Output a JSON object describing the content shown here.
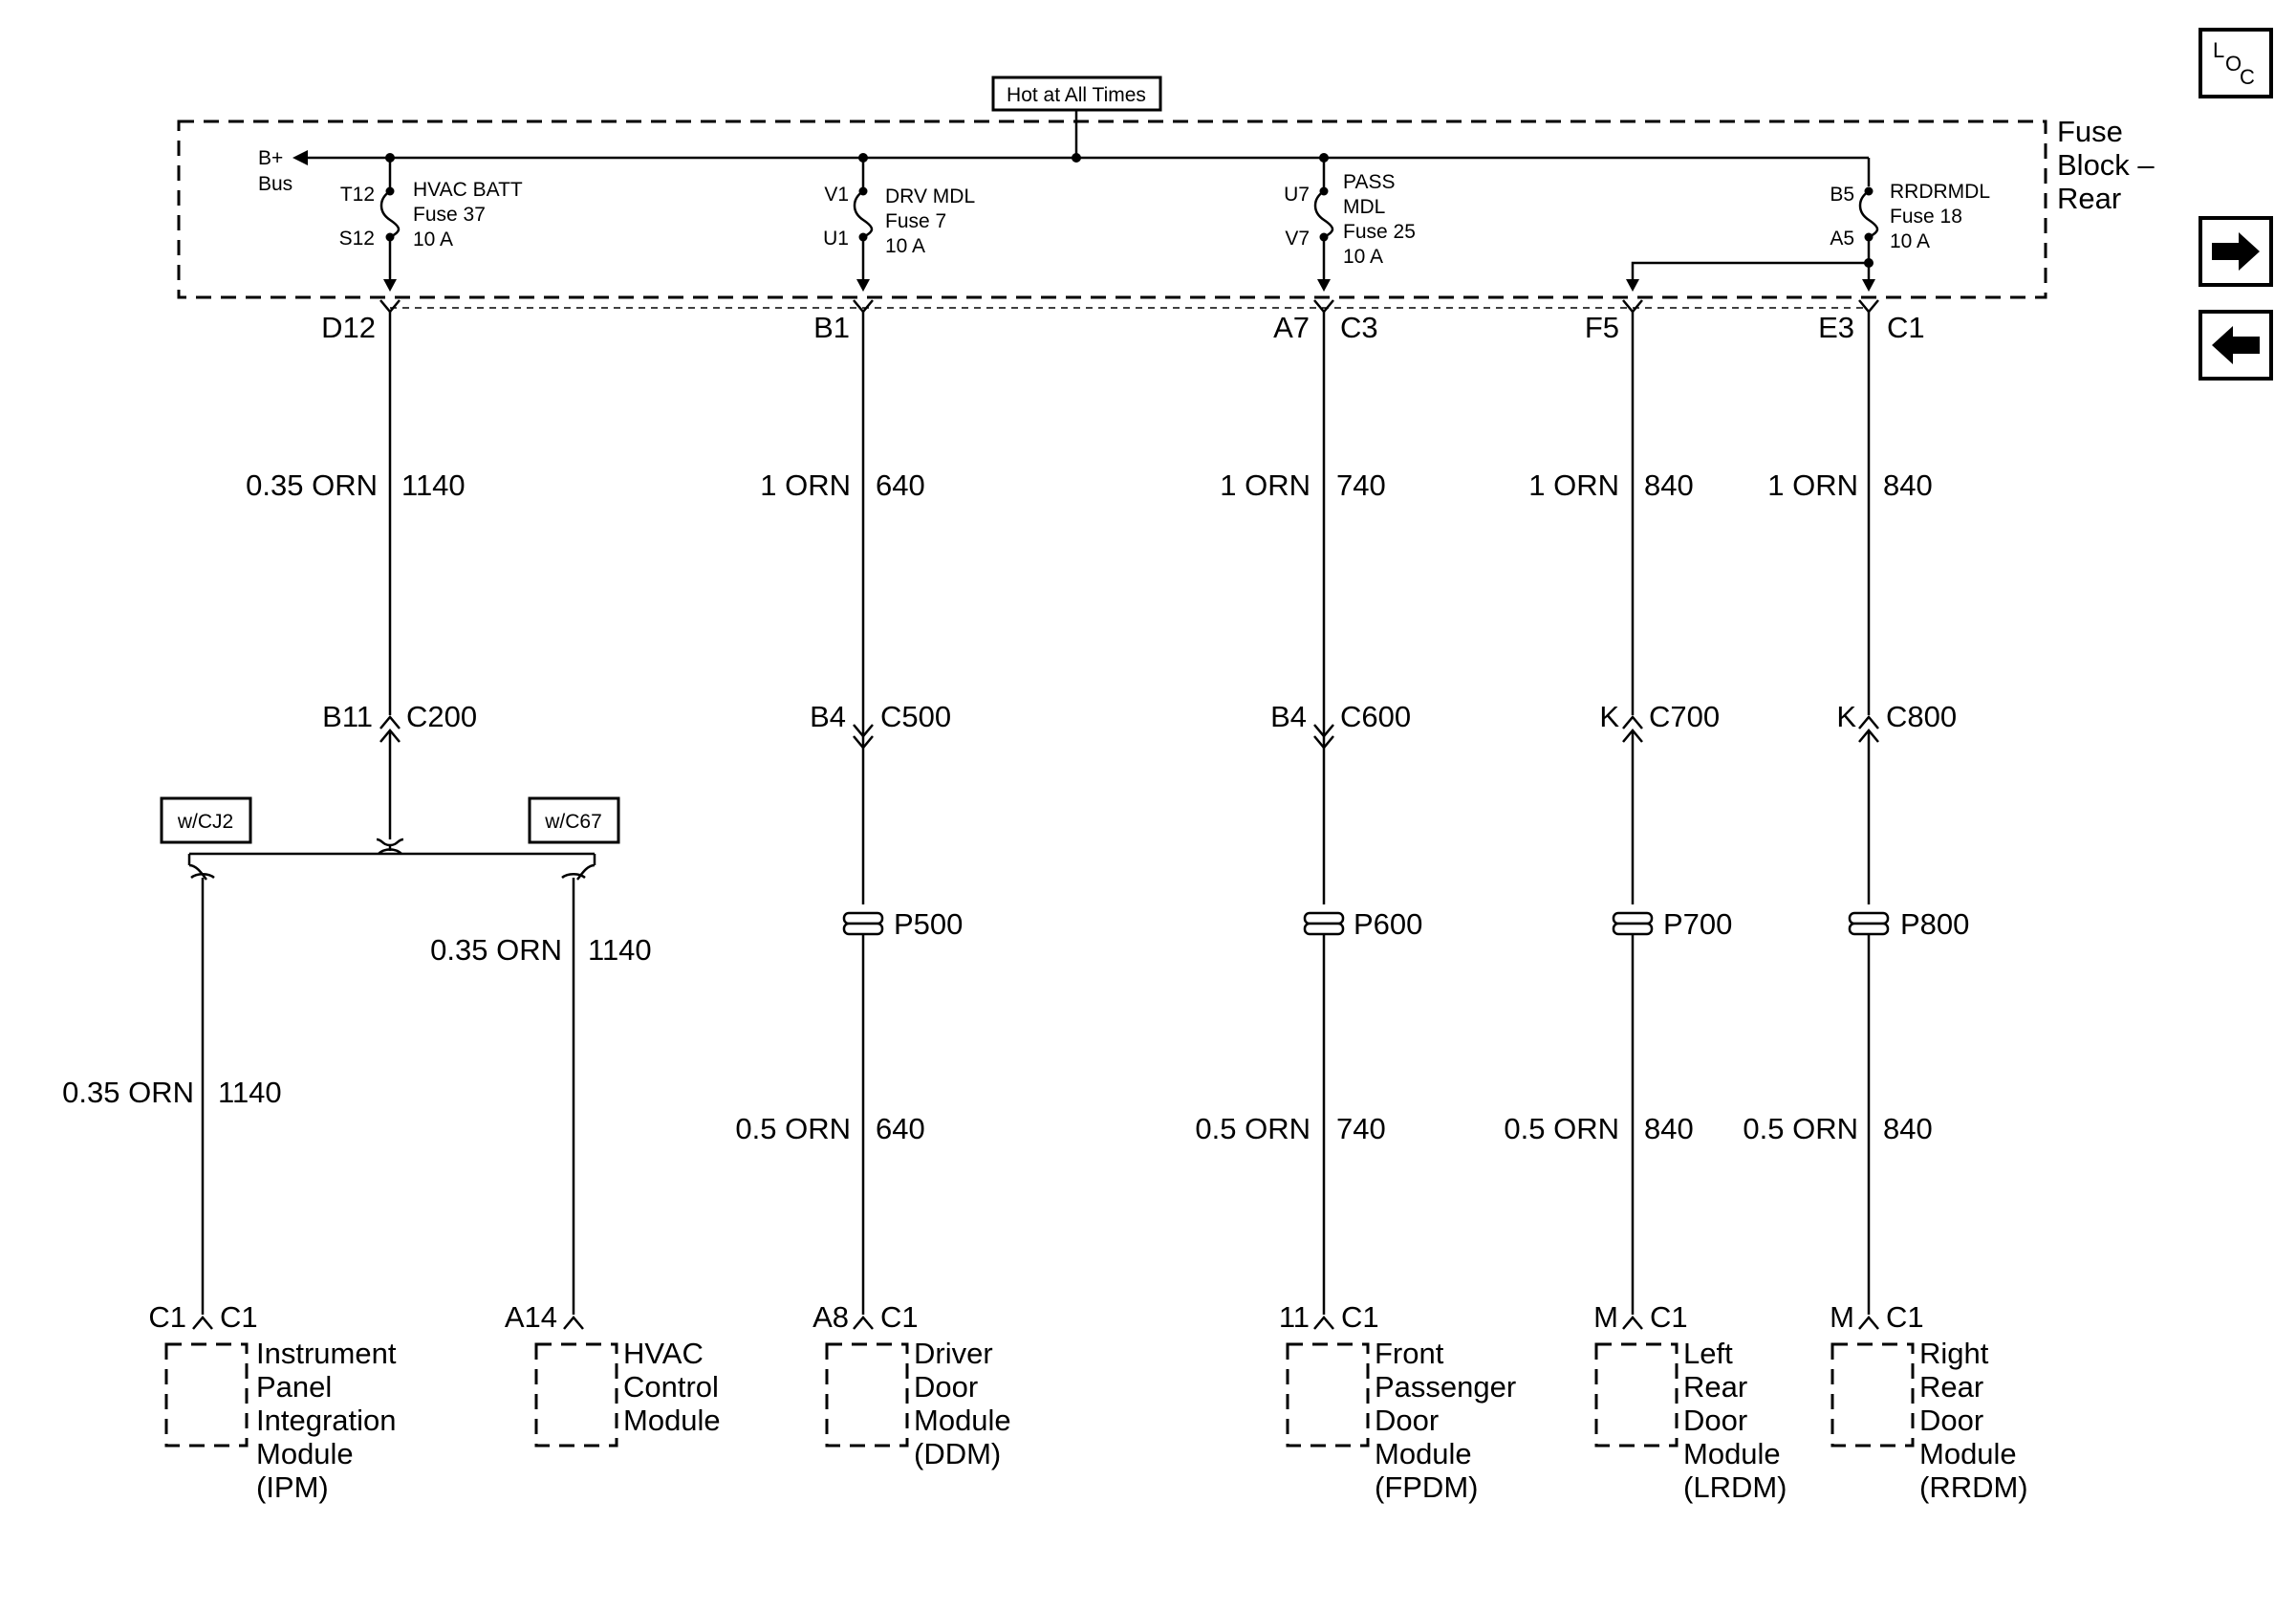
{
  "header": {
    "hot_label": "Hot at All Times"
  },
  "fuse_block": {
    "line1": "Fuse",
    "line2": "Block –",
    "line3": "Rear"
  },
  "bus": {
    "line1": "B+",
    "line2": "Bus"
  },
  "nav": {
    "loc_l": "L",
    "loc_o": "O",
    "loc_c": "C"
  },
  "fuses": [
    {
      "top_pin": "T12",
      "bot_pin": "S12",
      "name1": "HVAC BATT",
      "name2": "Fuse 37",
      "name3": "10 A",
      "name4": ""
    },
    {
      "top_pin": "V1",
      "bot_pin": "U1",
      "name1": "DRV MDL",
      "name2": "Fuse 7",
      "name3": "10 A",
      "name4": ""
    },
    {
      "top_pin": "U7",
      "bot_pin": "V7",
      "name1": "PASS",
      "name2": "MDL",
      "name3": "Fuse 25",
      "name4": "10 A"
    },
    {
      "top_pin": "B5",
      "bot_pin": "A5",
      "name1": "RRDRMDL",
      "name2": "Fuse 18",
      "name3": "10 A",
      "name4": ""
    }
  ],
  "outputs": [
    {
      "pin": "D12",
      "conn": "",
      "wire_upper": "0.35 ORN",
      "circuit_upper": "1140",
      "inline_pin": "B11",
      "inline_conn": "C200"
    },
    {
      "pin": "B1",
      "conn": "",
      "wire_upper": "1 ORN",
      "circuit_upper": "640",
      "inline_pin": "B4",
      "inline_conn": "C500",
      "splice": "P500",
      "wire_lower": "0.5 ORN",
      "circuit_lower": "640",
      "mod_pin": "A8",
      "mod_conn": "C1",
      "mod_name": [
        "Driver",
        "Door",
        "Module",
        "(DDM)"
      ]
    },
    {
      "pin": "A7",
      "conn": "C3",
      "wire_upper": "1 ORN",
      "circuit_upper": "740",
      "inline_pin": "B4",
      "inline_conn": "C600",
      "splice": "P600",
      "wire_lower": "0.5 ORN",
      "circuit_lower": "740",
      "mod_pin": "11",
      "mod_conn": "C1",
      "mod_name": [
        "Front",
        "Passenger",
        "Door",
        "Module",
        "(FPDM)"
      ]
    },
    {
      "pin": "F5",
      "conn": "",
      "wire_upper": "1 ORN",
      "circuit_upper": "840",
      "inline_pin": "K",
      "inline_conn": "C700",
      "splice": "P700",
      "wire_lower": "0.5 ORN",
      "circuit_lower": "840",
      "mod_pin": "M",
      "mod_conn": "C1",
      "mod_name": [
        "Left",
        "Rear",
        "Door",
        "Module",
        "(LRDM)"
      ]
    },
    {
      "pin": "E3",
      "conn": "C1",
      "wire_upper": "1 ORN",
      "circuit_upper": "840",
      "inline_pin": "K",
      "inline_conn": "C800",
      "splice": "P800",
      "wire_lower": "0.5 ORN",
      "circuit_lower": "840",
      "mod_pin": "M",
      "mod_conn": "C1",
      "mod_name": [
        "Right",
        "Rear",
        "Door",
        "Module",
        "(RRDM)"
      ]
    }
  ],
  "hvac_branch": {
    "option_left": "w/CJ2",
    "option_right": "w/C67",
    "left": {
      "wire": "0.35 ORN",
      "circuit": "1140",
      "mod_pin": "C1",
      "mod_conn": "C1",
      "mod_name": [
        "Instrument",
        "Panel",
        "Integration",
        "Module",
        "(IPM)"
      ]
    },
    "right": {
      "wire": "0.35 ORN",
      "circuit": "1140",
      "mod_pin": "A14",
      "mod_conn": "",
      "mod_name": [
        "HVAC",
        "Control",
        "Module"
      ]
    }
  }
}
